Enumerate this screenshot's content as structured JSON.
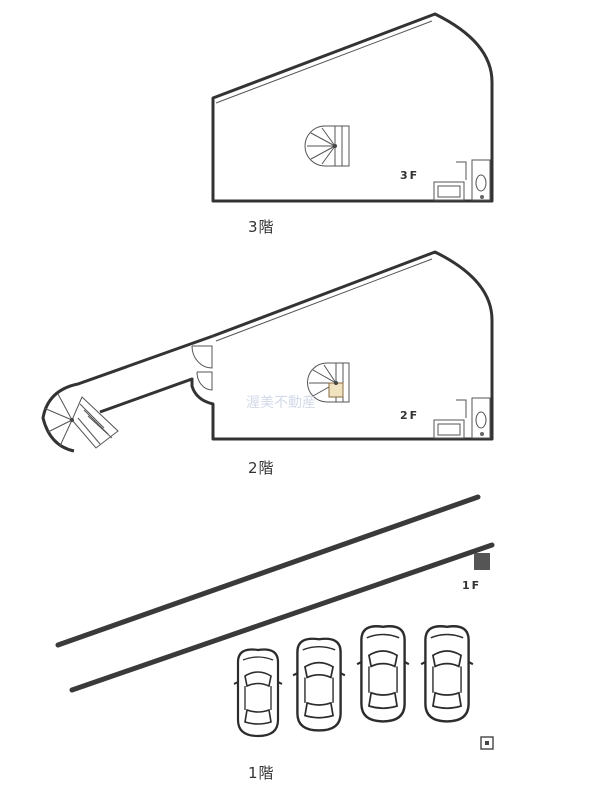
{
  "floors": {
    "third": {
      "plan_label": "3F",
      "caption": "3階"
    },
    "second": {
      "plan_label": "2F",
      "caption": "2階"
    },
    "first": {
      "plan_label": "1F",
      "caption": "1階"
    }
  },
  "watermark": "渥美不動産",
  "colors": {
    "wall": "#333333",
    "road": "#3a3a3a",
    "watermark": "#c9d2e4",
    "marker": "#555555"
  },
  "icons": [
    "spiral-stair-icon",
    "toilet-icon",
    "sink-icon",
    "car-icon",
    "meter-icon"
  ]
}
